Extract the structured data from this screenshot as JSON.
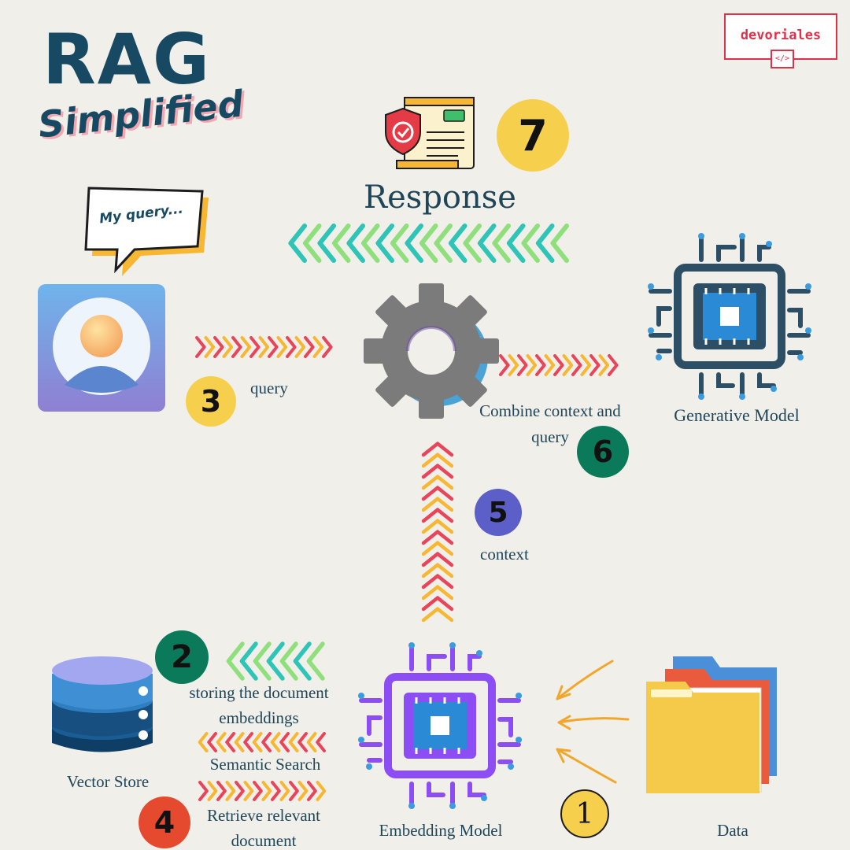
{
  "header": {
    "title": "RAG",
    "subtitle": "Simplified"
  },
  "brand": {
    "name": "devoriales",
    "mark": "</>"
  },
  "speech_bubble": {
    "text": "My query..."
  },
  "response": {
    "label": "Response",
    "step": "7"
  },
  "steps": {
    "data": {
      "label": "Data",
      "step": "1"
    },
    "store": {
      "label": "storing the document embeddings",
      "step": "2"
    },
    "query": {
      "label": "query",
      "step": "3"
    },
    "retrieve": {
      "label": "Retrieve relevant document",
      "step": "4"
    },
    "context": {
      "label": "context",
      "step": "5"
    },
    "combine": {
      "label": "Combine context and query",
      "step": "6"
    }
  },
  "components": {
    "generative_model": "Generative Model",
    "embedding_model": "Embedding Model",
    "vector_store": "Vector Store",
    "semantic_search": "Semantic Search"
  },
  "colors": {
    "background": "#f1efea",
    "navy": "#174a62",
    "yellow_badge": "#f6cf4d",
    "green_badge": "#0b7a5a",
    "purple_badge": "#5b5fc7",
    "red_badge": "#e64a2e",
    "chevron_red": "#e9455a",
    "chevron_yellow": "#f7b733",
    "chevron_teal": "#2ec4b6",
    "chevron_green": "#8fe07c",
    "embedding_purple": "#8c4df5",
    "chip_blue": "#2b8ad6"
  }
}
